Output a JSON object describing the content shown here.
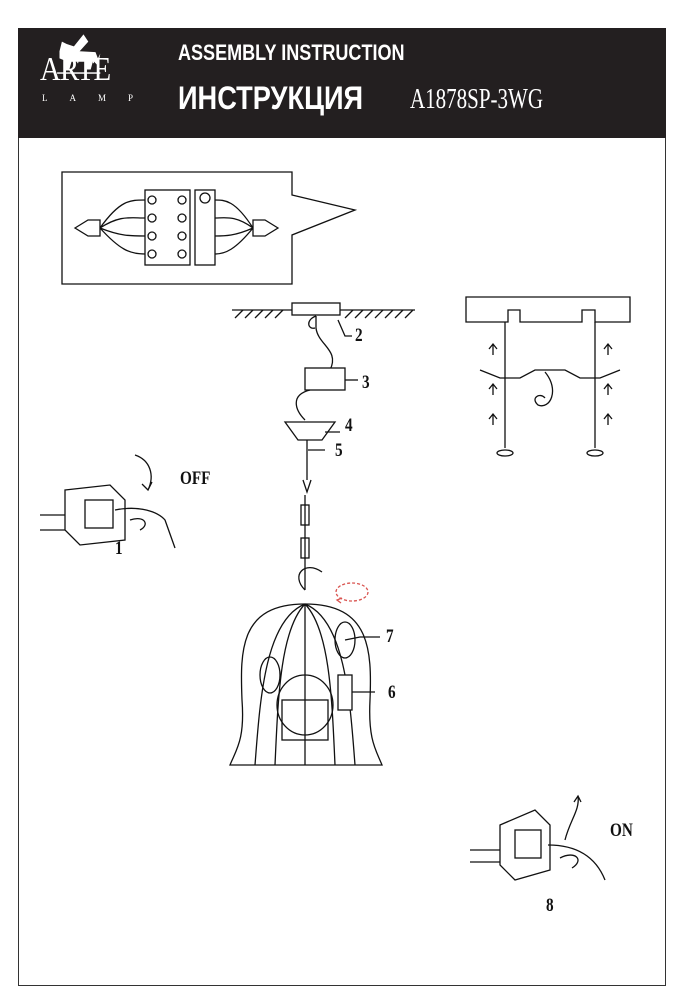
{
  "header": {
    "brand": "ARTE",
    "brand_sub": "LAMP",
    "title_en": "ASSEMBLY INSTRUCTION",
    "title_ru": "ИНСТРУКЦИЯ",
    "model": "A1878SP-3WG"
  },
  "labels": {
    "off": "OFF",
    "on": "ON",
    "step1": "1",
    "step8": "8",
    "part2": "2",
    "part3": "3",
    "part4": "4",
    "part5": "5",
    "part6": "6",
    "part7": "7"
  },
  "colors": {
    "header_bg": "#231f20",
    "rotate_arrow": "#d9534f"
  }
}
